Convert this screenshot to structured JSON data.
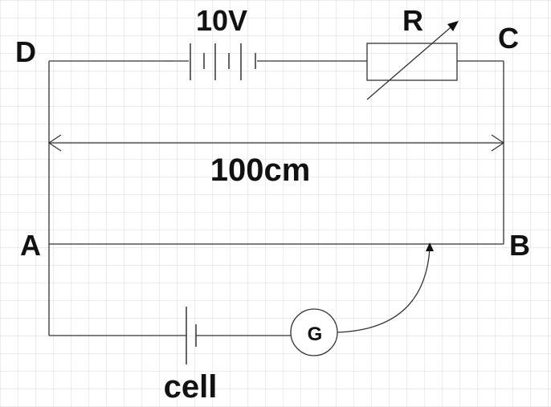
{
  "labels": {
    "battery": "10V",
    "resistor": "R",
    "corner_top_left": "D",
    "corner_top_right": "C",
    "corner_mid_left": "A",
    "corner_mid_right": "B",
    "length": "100cm",
    "cell": "cell",
    "galvanometer": "G"
  },
  "colors": {
    "grid": "#d9d9d9",
    "wire": "#333333",
    "text": "#111111",
    "background": "#ffffff"
  }
}
